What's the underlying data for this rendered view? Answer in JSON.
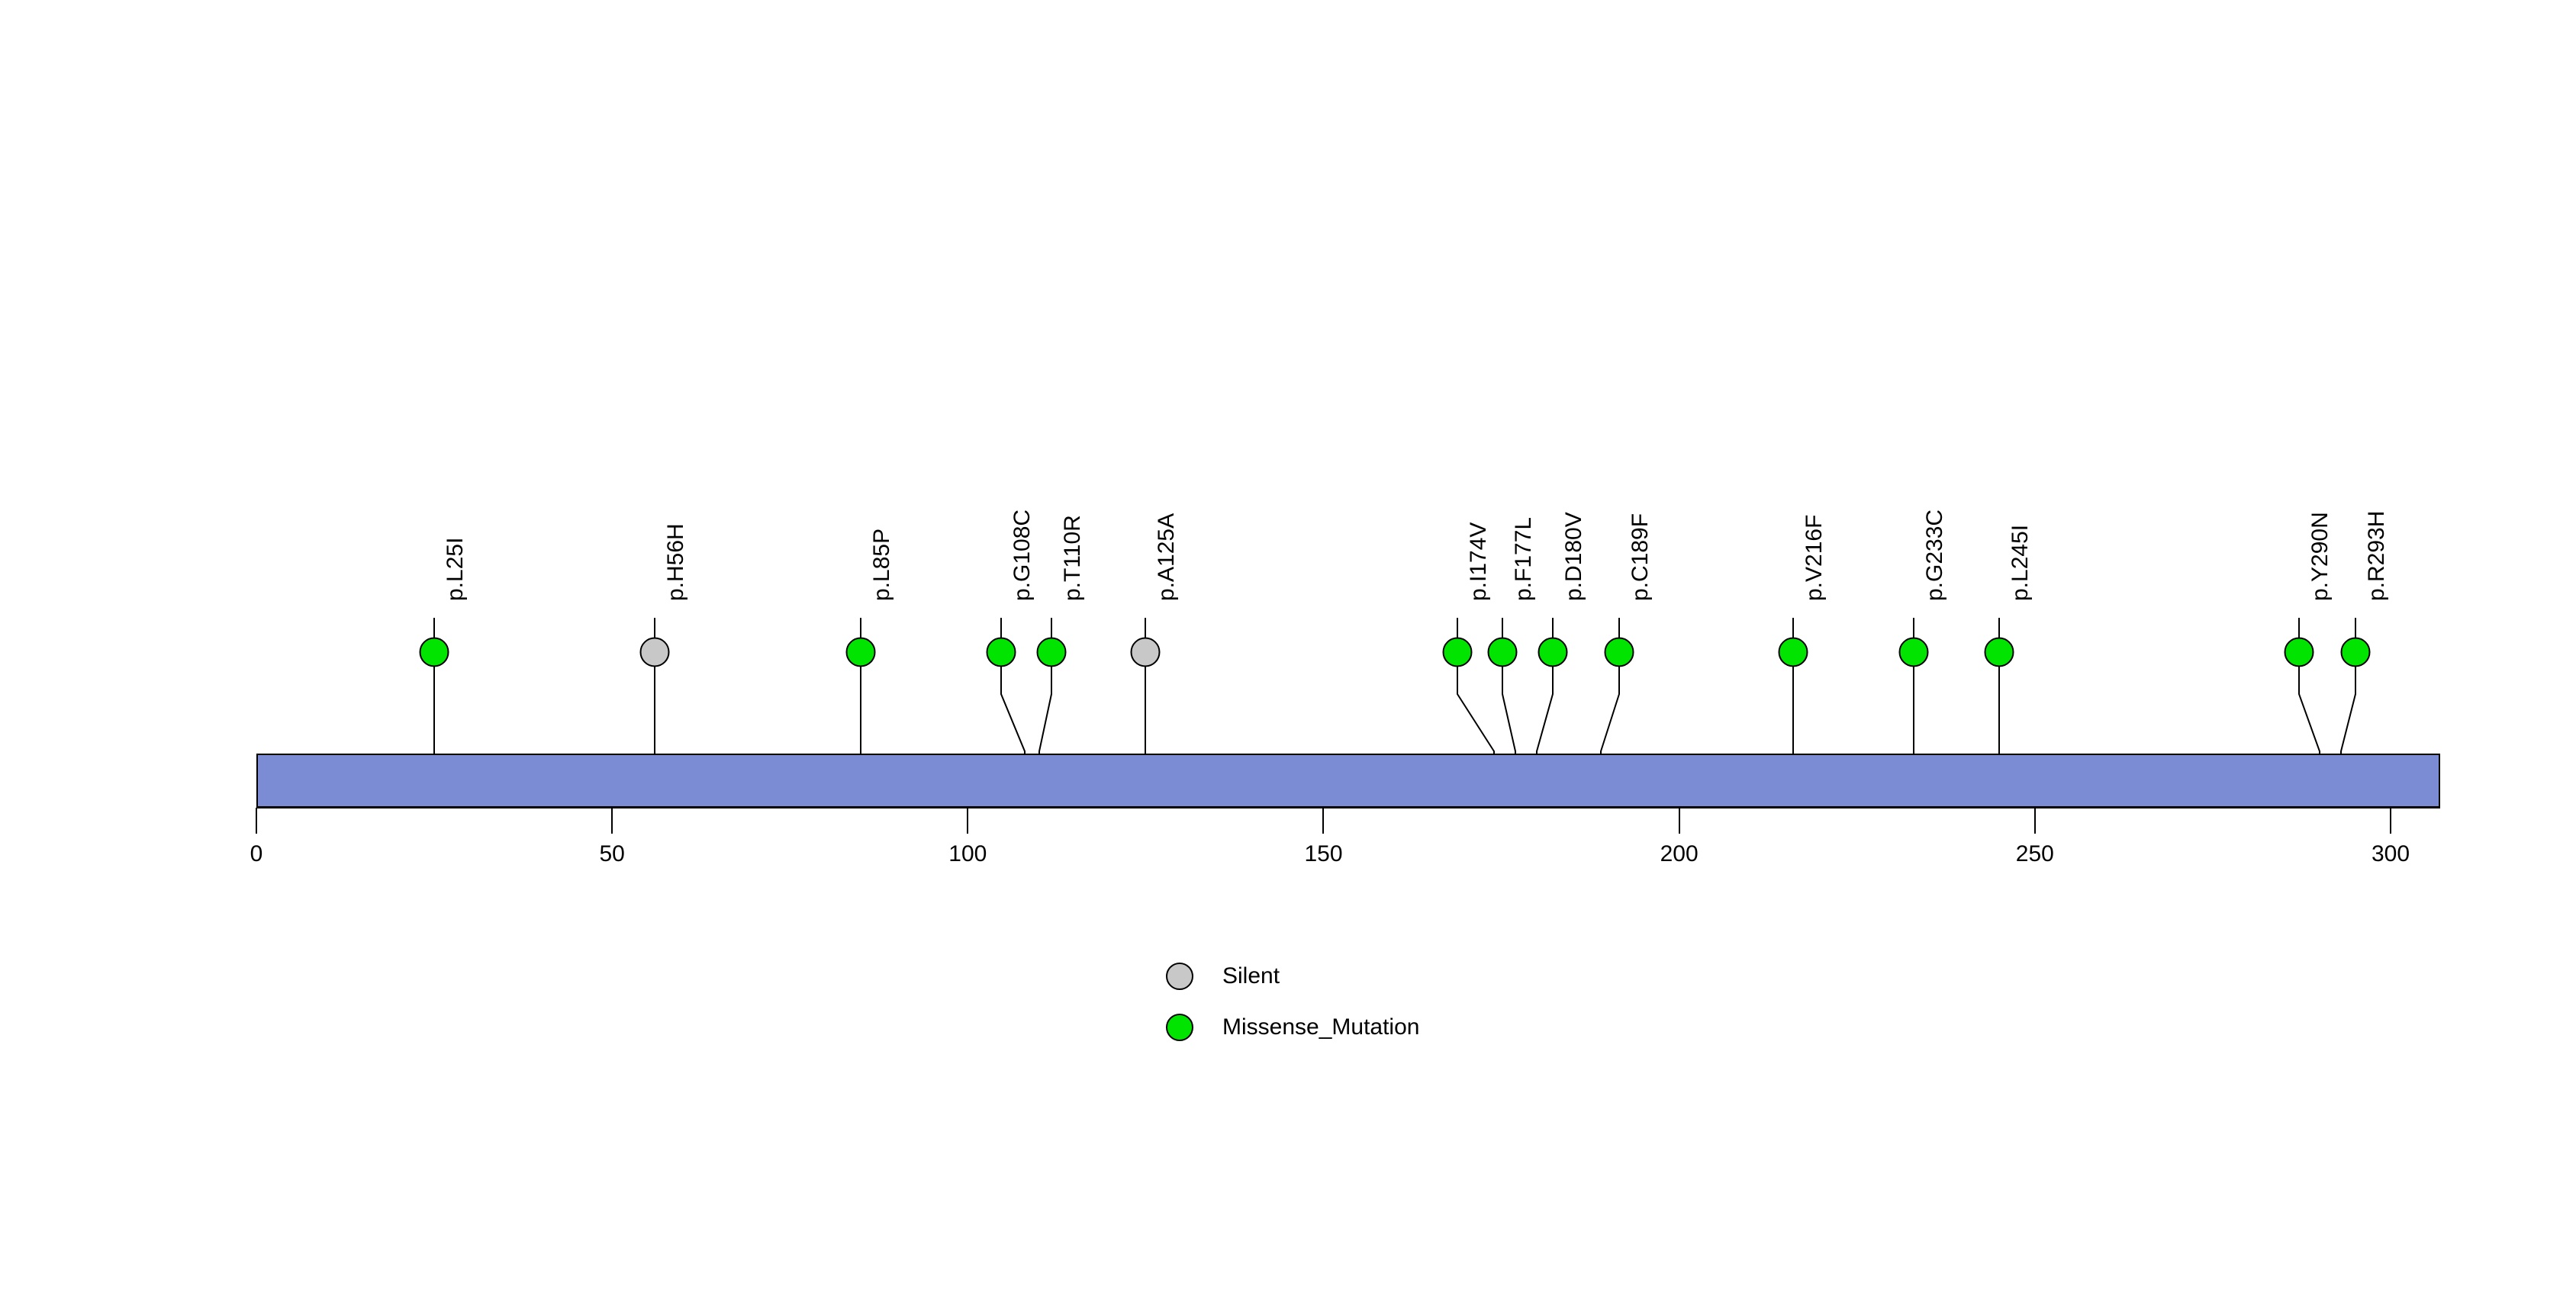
{
  "chart_data": {
    "type": "lollipop",
    "title": "",
    "subtitle": "",
    "xlabel": "",
    "ylabel": "",
    "xlim": [
      0,
      307
    ],
    "grid": false,
    "legend_position": "bottom-center",
    "protein_length": 307,
    "domain_track": {
      "name": "protein-backbone",
      "start": 0,
      "end": 307,
      "color": "#7B8BD4",
      "border_color": "#000000"
    },
    "axis": {
      "ticks": [
        0,
        50,
        100,
        150,
        200,
        250,
        300
      ],
      "tick_labels": [
        "0",
        "50",
        "100",
        "150",
        "200",
        "250",
        "300"
      ]
    },
    "mutation_classes": [
      {
        "name": "Silent",
        "color": "#C8C8C8"
      },
      {
        "name": "Missense_Mutation",
        "color": "#00E400"
      }
    ],
    "mutations": [
      {
        "label": "p.L25I",
        "position": 25,
        "aa_ref": "L",
        "aa_alt": "I",
        "class": "Missense_Mutation",
        "color": "#00E400",
        "count": 1,
        "marker_offset": 0
      },
      {
        "label": "p.H56H",
        "position": 56,
        "aa_ref": "H",
        "aa_alt": "H",
        "class": "Silent",
        "color": "#C8C8C8",
        "count": 1,
        "marker_offset": 0
      },
      {
        "label": "p.L85P",
        "position": 85,
        "aa_ref": "L",
        "aa_alt": "P",
        "class": "Missense_Mutation",
        "color": "#00E400",
        "count": 1,
        "marker_offset": 0
      },
      {
        "label": "p.G108C",
        "position": 108,
        "aa_ref": "G",
        "aa_alt": "C",
        "class": "Missense_Mutation",
        "color": "#00E400",
        "count": 1,
        "marker_offset": -31
      },
      {
        "label": "p.T110R",
        "position": 110,
        "aa_ref": "T",
        "aa_alt": "R",
        "class": "Missense_Mutation",
        "color": "#00E400",
        "count": 1,
        "marker_offset": 16
      },
      {
        "label": "p.A125A",
        "position": 125,
        "aa_ref": "A",
        "aa_alt": "A",
        "class": "Silent",
        "color": "#C8C8C8",
        "count": 1,
        "marker_offset": 0
      },
      {
        "label": "p.I174V",
        "position": 174,
        "aa_ref": "I",
        "aa_alt": "V",
        "class": "Missense_Mutation",
        "color": "#00E400",
        "count": 1,
        "marker_offset": -48
      },
      {
        "label": "p.F177L",
        "position": 177,
        "aa_ref": "F",
        "aa_alt": "L",
        "class": "Missense_Mutation",
        "color": "#00E400",
        "count": 1,
        "marker_offset": -17
      },
      {
        "label": "p.D180V",
        "position": 180,
        "aa_ref": "D",
        "aa_alt": "V",
        "class": "Missense_Mutation",
        "color": "#00E400",
        "count": 1,
        "marker_offset": 21
      },
      {
        "label": "p.C189F",
        "position": 189,
        "aa_ref": "C",
        "aa_alt": "F",
        "class": "Missense_Mutation",
        "color": "#00E400",
        "count": 1,
        "marker_offset": 24
      },
      {
        "label": "p.V216F",
        "position": 216,
        "aa_ref": "V",
        "aa_alt": "F",
        "class": "Missense_Mutation",
        "color": "#00E400",
        "count": 1,
        "marker_offset": 0
      },
      {
        "label": "p.G233C",
        "position": 233,
        "aa_ref": "G",
        "aa_alt": "C",
        "class": "Missense_Mutation",
        "color": "#00E400",
        "count": 1,
        "marker_offset": 0
      },
      {
        "label": "p.L245I",
        "position": 245,
        "aa_ref": "L",
        "aa_alt": "I",
        "class": "Missense_Mutation",
        "color": "#00E400",
        "count": 1,
        "marker_offset": 0
      },
      {
        "label": "p.Y290N",
        "position": 290,
        "aa_ref": "Y",
        "aa_alt": "N",
        "class": "Missense_Mutation",
        "color": "#00E400",
        "count": 1,
        "marker_offset": -27
      },
      {
        "label": "p.R293H",
        "position": 293,
        "aa_ref": "R",
        "aa_alt": "H",
        "class": "Missense_Mutation",
        "color": "#00E400",
        "count": 1,
        "marker_offset": 19
      }
    ]
  },
  "legend": {
    "items": [
      {
        "label": "Silent",
        "color": "#C8C8C8"
      },
      {
        "label": "Missense_Mutation",
        "color": "#00E400"
      }
    ]
  },
  "colors": {
    "backbone": "#7B8BD4",
    "silent": "#C8C8C8",
    "missense": "#00E400",
    "stroke": "#000000",
    "background": "#ffffff"
  }
}
